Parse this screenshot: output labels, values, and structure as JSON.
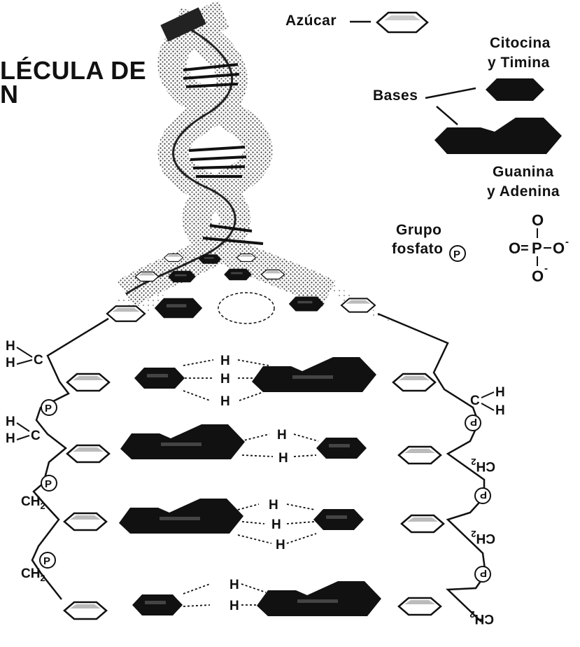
{
  "title": {
    "line1": "LÉCULA DE",
    "line2": "N"
  },
  "legend": {
    "sugar_label": "Azúcar",
    "pyrimidine_line1": "Citocina",
    "pyrimidine_line2": "y Timina",
    "bases_label": "Bases",
    "purine_line1": "Guanina",
    "purine_line2": "y Adenina",
    "phosphate_line1": "Grupo",
    "phosphate_line2": "fosfato",
    "phosphate_symbol": "P",
    "phosphate_formula": {
      "oxygen": "O",
      "phosphorus": "P",
      "double_bond": "=",
      "charge": "-"
    }
  },
  "ladder": {
    "hydrogen_bond_label": "H",
    "carbon_label": "C",
    "ch2_label": "CH",
    "ch2_sub": "2",
    "phosphate_symbol": "P",
    "base_pairs": [
      {
        "left": "pyrimidine",
        "right": "purine",
        "h_bonds": 3
      },
      {
        "left": "purine",
        "right": "pyrimidine",
        "h_bonds": 2
      },
      {
        "left": "purine",
        "right": "pyrimidine",
        "h_bonds": 3
      },
      {
        "left": "pyrimidine",
        "right": "purine",
        "h_bonds": 2
      }
    ]
  },
  "colors": {
    "ink": "#111111",
    "background": "#ffffff",
    "helix_shade": "#555555"
  }
}
